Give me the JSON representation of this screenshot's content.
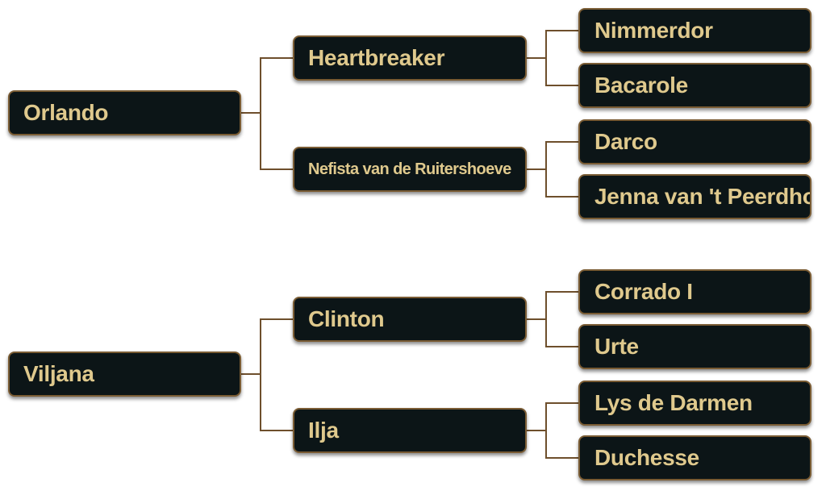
{
  "pedigrees": [
    {
      "name": "Orlando",
      "parents": [
        {
          "name": "Heartbreaker",
          "parents": [
            "Nimmerdor",
            "Bacarole"
          ]
        },
        {
          "name": "Nefista van de Ruitershoeve",
          "parents": [
            "Darco",
            "Jenna van 't Peerdhof"
          ]
        }
      ]
    },
    {
      "name": "Viljana",
      "parents": [
        {
          "name": "Clinton",
          "parents": [
            "Corrado I",
            "Urte"
          ]
        },
        {
          "name": "Ilja",
          "parents": [
            "Lys de Darmen",
            "Duchesse"
          ]
        }
      ]
    }
  ],
  "colors": {
    "box_fill": "#0c1517",
    "box_border": "#7a5c34",
    "text": "#dfc98d",
    "connector": "#6e4f2c"
  }
}
